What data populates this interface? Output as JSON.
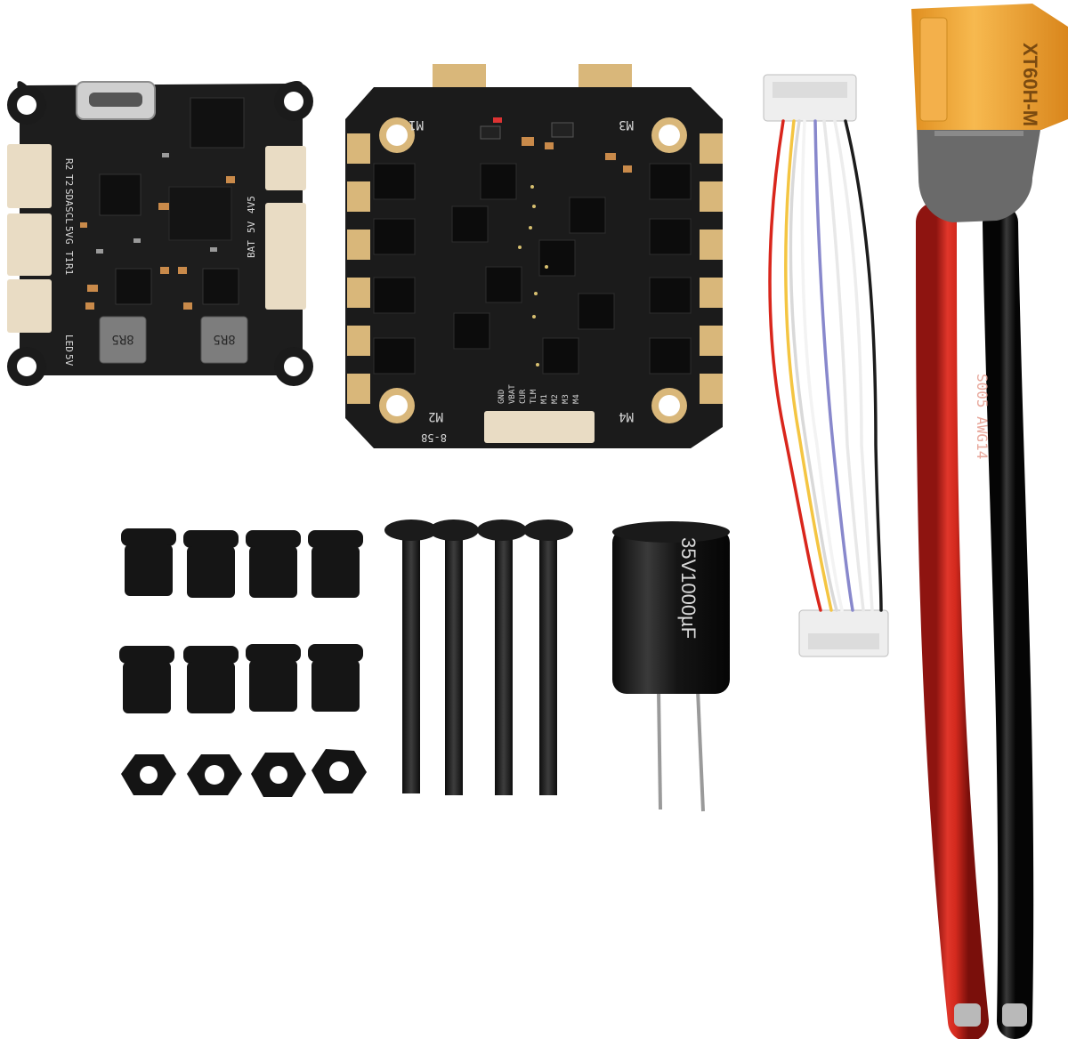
{
  "flight_controller": {
    "silkscreen": [
      "R2",
      "T2",
      "SDA",
      "SCL",
      "5V",
      "G",
      "T1",
      "R1",
      "4V5",
      "5V",
      "BAT",
      "LED",
      "5V"
    ],
    "inductor_marks": [
      "8R5",
      "8R5"
    ]
  },
  "esc": {
    "motor_labels": [
      "M1",
      "M2",
      "M3",
      "M4"
    ],
    "pin_labels": [
      "GND",
      "VBAT",
      "CUR",
      "TLM",
      "M1",
      "M2",
      "M3",
      "M4"
    ],
    "corner_mark": "8-58"
  },
  "capacitor": {
    "label": "35V1000µF"
  },
  "power_connector": {
    "label": "XT60H-M"
  },
  "power_lead": {
    "print": "S005 AWG14"
  },
  "colors": {
    "pcb": "#1b1b1b",
    "gold_pad": "#d9b77a",
    "connector_yellow": "#f2a93b",
    "wire_red": "#d42a1e",
    "wire_black": "#161616",
    "jst_white": "#eeeeee"
  }
}
